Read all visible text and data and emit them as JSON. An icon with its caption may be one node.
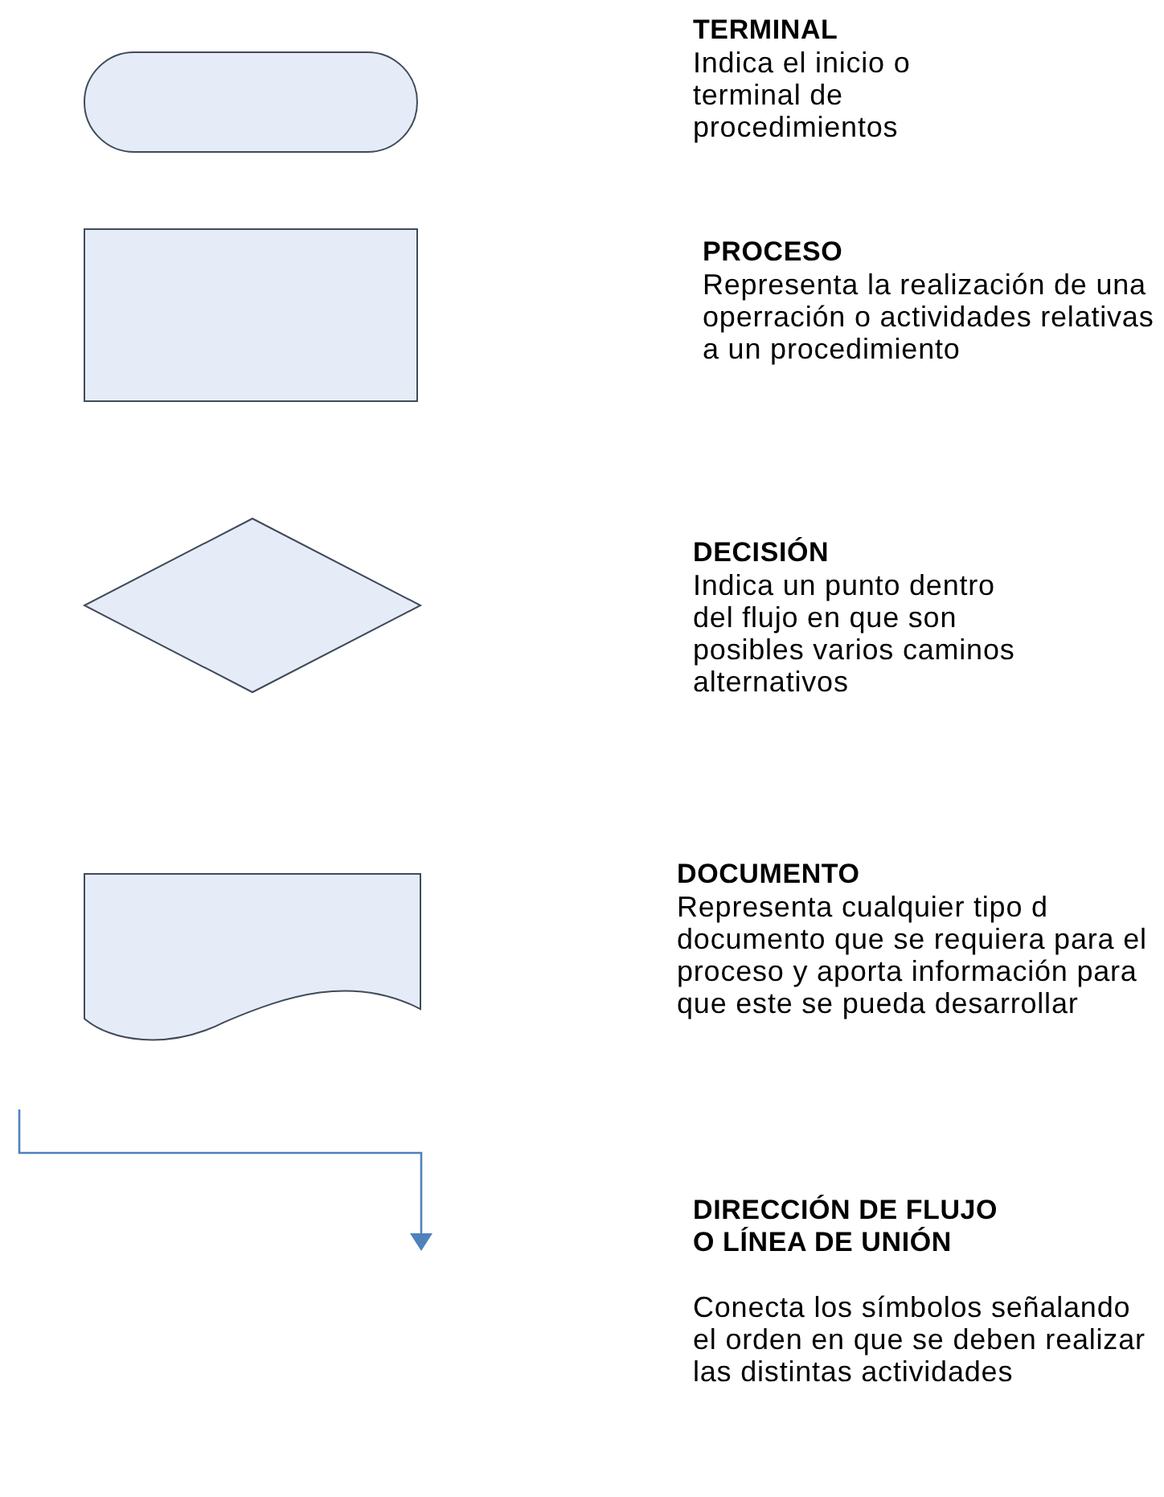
{
  "diagram": {
    "nodes": [
      {
        "text": [],
        "shape": "pill"
      },
      {
        "text": [],
        "shape": "box"
      },
      {
        "text": [],
        "shape": "diamond"
      },
      {
        "text": [],
        "shape": "document"
      }
    ],
    "labels": [
      "TERMINAL",
      "Indica el inicio o terminal de procedimientos",
      "PROCESO",
      "Representa la realización de una operración o actividades relativas a un procedimiento",
      "DECISIÓN",
      "Indica un punto dentro del flujo en que son posibles varios caminos alternativos",
      "DOCUMENTO",
      "Representa cualquier tipo d documento que se requiera para el proceso y aporta información para que este se pueda desarrollar",
      "DIRECCIÓN DE FLUJO O LÍNEA DE UNIÓN",
      "Conecta los símbolos señalando el orden en que se deben realizar las distintas actividades"
    ]
  }
}
